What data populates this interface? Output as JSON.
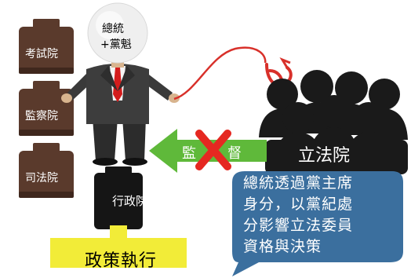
{
  "colors": {
    "weight": "#5a3a2c",
    "weight_dark": "#3f271d",
    "exec_block": "#151515",
    "policy_bar": "#f2ec38",
    "green_arrow": "#5fb93a",
    "red_x": "#e52821",
    "legislature": "#1a1a1a",
    "callout": "#3b6f9e",
    "tie": "#d41c1c",
    "fishing_line": "#d8302a"
  },
  "labels": {
    "exam_yuan": "考試院",
    "control_yuan": "監察院",
    "judicial_yuan": "司法院",
    "president_line1": "總統",
    "president_line2": "+黨魁",
    "executive_yuan": "行政院",
    "policy_execution": "政策執行",
    "supervise_char1": "監",
    "supervise_char2": "督",
    "legislative_yuan": "立法院"
  },
  "callout_lines": [
    "總統透過黨主席",
    "身分，以黨紀處",
    "分影響立法委員",
    "資格與決策"
  ]
}
